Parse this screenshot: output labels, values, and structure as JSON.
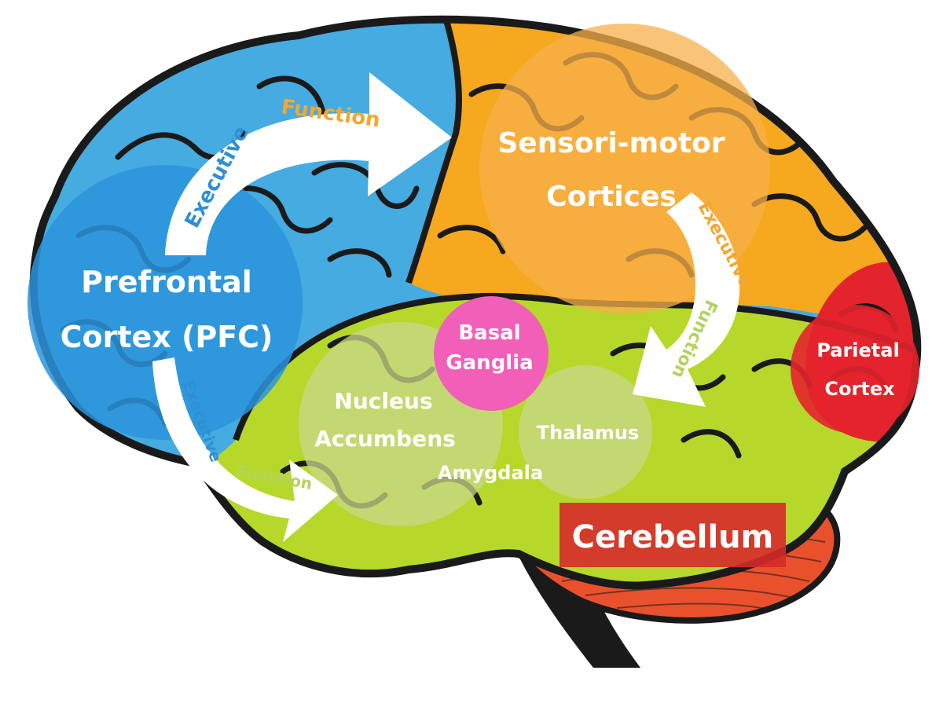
{
  "regions": {
    "pfc": {
      "line1": "Prefrontal",
      "line2": "Cortex (PFC)"
    },
    "sensorimotor": {
      "line1": "Sensori-motor",
      "line2": "Cortices"
    },
    "basal_ganglia": {
      "line1": "Basal",
      "line2": "Ganglia"
    },
    "nucleus_accumbens": {
      "line1": "Nucleus",
      "line2": "Accumbens"
    },
    "amygdala": "Amygdala",
    "thalamus": "Thalamus",
    "parietal": {
      "line1": "Parietal",
      "line2": "Cortex"
    },
    "cerebellum": "Cerebellum"
  },
  "arrows": {
    "top": {
      "word1": "Executive",
      "word2": "Function"
    },
    "right": {
      "word1": "Executive",
      "word2": "Function"
    },
    "bottom": {
      "word1": "Executive",
      "word2": "Function"
    }
  },
  "colors": {
    "frontal_blue": "#45abe0",
    "pfc_blue": "#2b94dc",
    "orange": "#f6a81e",
    "green": "#b5d82b",
    "red": "#e3242c",
    "magenta": "#f25fb8",
    "cerebellum": "#e9512c",
    "outline": "#1a1a1a",
    "text_blue": "#2f8fd6",
    "text_orange": "#f3a733",
    "text_green": "#b5d25e"
  }
}
